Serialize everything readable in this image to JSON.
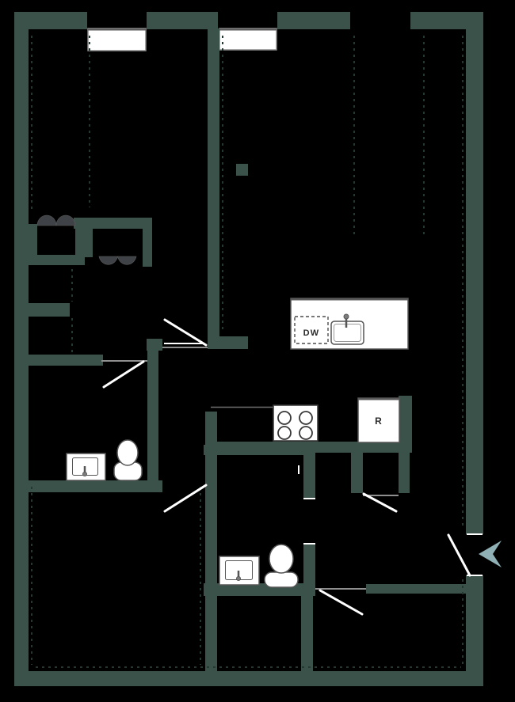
{
  "title": "apartment-floor-plan",
  "labels": {
    "dishwasher": "DW",
    "refrigerator": "R"
  },
  "colors": {
    "wall": "#3A5249",
    "background": "#000000",
    "fixture_fill": "#FFFFFF",
    "fixture_stroke": "#555555",
    "door_leaf": "#FFFFFF",
    "closet_door": "#3F4347",
    "entry_arrow": "#8FB1B6",
    "window_fill": "#FFFFFF",
    "window_stroke": "#8A8A8A",
    "hatch": "#243832",
    "header": "#8F8F8F",
    "label": "#2B2B2B"
  },
  "fixtures": [
    "kitchen-island",
    "dishwasher",
    "kitchen-sink",
    "stove",
    "refrigerator",
    "toilet-bath-1",
    "vanity-sink-bath-1",
    "toilet-bath-2",
    "vanity-sink-bath-2",
    "structural-column",
    "window-bedroom-1",
    "window-living-room",
    "entry-arrow",
    "closet-bifold-doors-1",
    "closet-bifold-doors-2",
    "door-kitchen",
    "door-bath-1",
    "door-bedroom-2",
    "door-hall-closet",
    "door-entry",
    "door-bedroom-3"
  ]
}
